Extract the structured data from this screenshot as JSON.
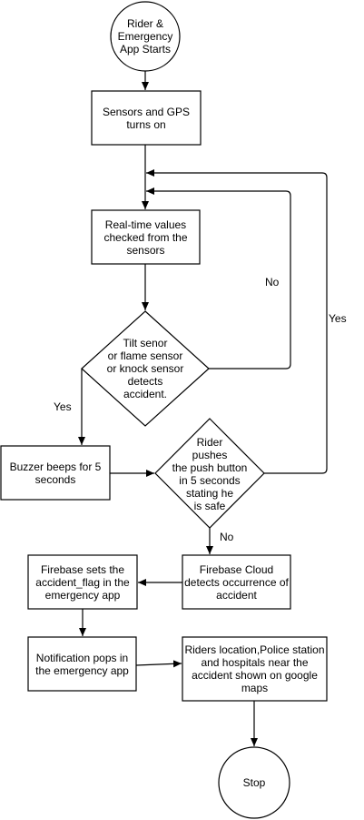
{
  "nodes": {
    "start": "Rider &\nEmergency\nApp Starts",
    "sensors_gps": "Sensors and GPS\nturns on",
    "realtime_values": "Real-time values\nchecked from the\nsensors",
    "detect_decision": "Tilt senor\nor flame sensor\nor knock sensor\ndetects\naccident.",
    "buzzer": "Buzzer beeps for 5\nseconds",
    "rider_decision": "Rider\npushes\nthe push button\nin 5 seconds\nstating he\nis safe",
    "firebase_cloud": "Firebase Cloud\ndetects occurrence of\naccident",
    "firebase_flag": "Firebase sets the\naccident_flag in the\nemergency app",
    "notification": "Notification pops in\nthe emergency app",
    "location_map": "Riders location,Police station\nand hospitals near the\naccident shown on google\nmaps",
    "stop": "Stop"
  },
  "edge_labels": {
    "no_retry": "No",
    "yes_detect": "Yes",
    "yes_safe": "Yes",
    "no_safe": "No"
  }
}
